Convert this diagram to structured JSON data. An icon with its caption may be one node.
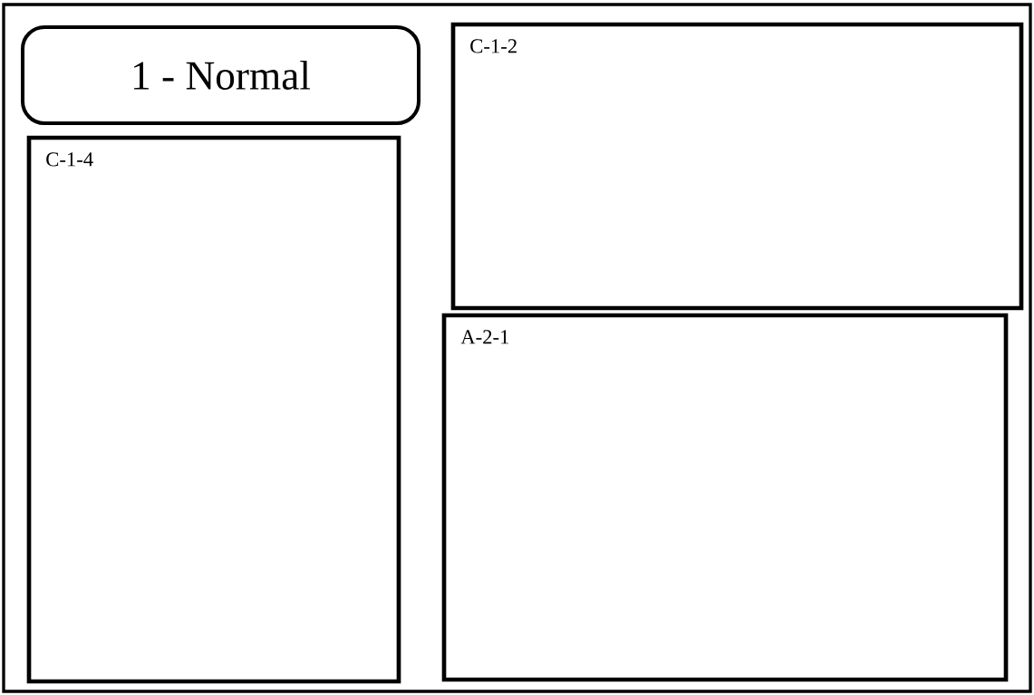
{
  "diagram": {
    "nodes": [
      {
        "text": [
          "1 - Normal"
        ]
      },
      {
        "text": [
          "C-1-2"
        ]
      },
      {
        "text": [
          "C-1-4"
        ]
      },
      {
        "text": [
          "A-2-1"
        ]
      }
    ]
  }
}
